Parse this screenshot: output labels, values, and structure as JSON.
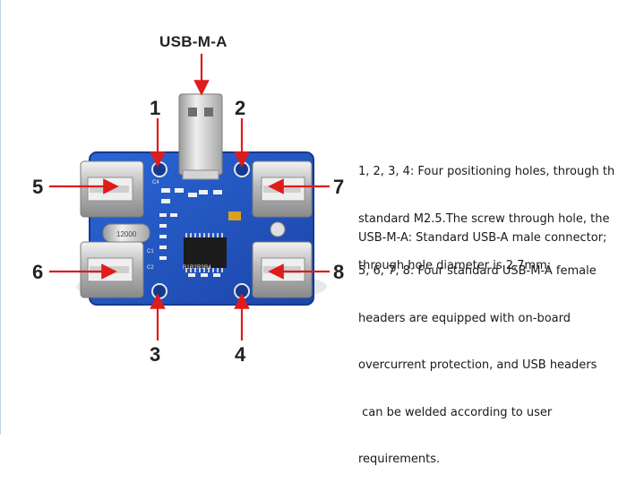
{
  "image": {
    "top_label": "USB-M-A",
    "callouts": [
      "1",
      "2",
      "3",
      "4",
      "5",
      "6",
      "7",
      "8"
    ],
    "component_marks": [
      "12000",
      "C4",
      "R1",
      "R2",
      "R3",
      "R4",
      "C1",
      "C2"
    ]
  },
  "descriptions": [
    {
      "lines": [
        "1, 2, 3, 4: Four positioning holes, through th",
        "standard M2.5.The screw through hole, the",
        "through hole diameter is 2.7mm;"
      ]
    },
    {
      "lines": [
        "USB-M-A: Standard USB-A male connector;"
      ]
    },
    {
      "lines": [
        "5, 6, 7, 8: Four standard USB-M-A female",
        "headers are equipped with on-board",
        "overcurrent protection, and USB headers",
        " can be welded according to user",
        "requirements."
      ]
    }
  ],
  "colors": {
    "pcb": "#1f4fbf",
    "arrow": "#e01b1b",
    "metal": "#c8c8c8"
  }
}
